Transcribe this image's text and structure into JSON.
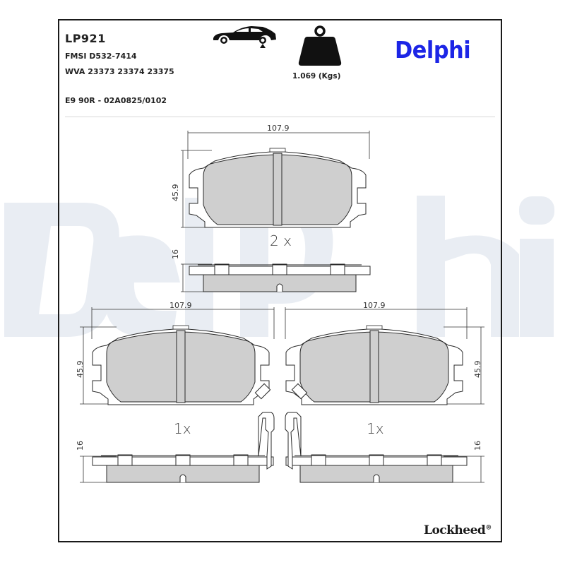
{
  "header": {
    "part_number": "LP921",
    "fmsi": "FMSI D532-7414",
    "wva": "WVA 23373 23374 23375",
    "ece_approval": "E9 90R - 02A0825/0102",
    "weight": "1.069 (Kgs)",
    "axle_icon": "car-rear-axle-icon",
    "weight_icon": "weight-icon"
  },
  "brand": {
    "name": "Delphi",
    "color": "#1c25e6",
    "watermark_text": "Delphi",
    "watermark_color": "#e9edf3"
  },
  "footer": {
    "brand": "Lockheed",
    "registered_mark": "®"
  },
  "drawings": {
    "top": {
      "width_dim": "107.9",
      "height_dim": "45.9",
      "thickness_dim": "16",
      "quantity": "2 x"
    },
    "bottom_left": {
      "width_dim": "107.9",
      "height_dim": "45.9",
      "thickness_dim": "16",
      "quantity": "1x",
      "wear_indicator": "left-side clip"
    },
    "bottom_right": {
      "width_dim": "107.9",
      "height_dim": "45.9",
      "thickness_dim": "16",
      "quantity": "1x",
      "wear_indicator": "right-side clip"
    }
  },
  "colors": {
    "friction_fill": "#cfcfcf",
    "line": "#2a2a2a",
    "border": "#1a1a1a"
  }
}
